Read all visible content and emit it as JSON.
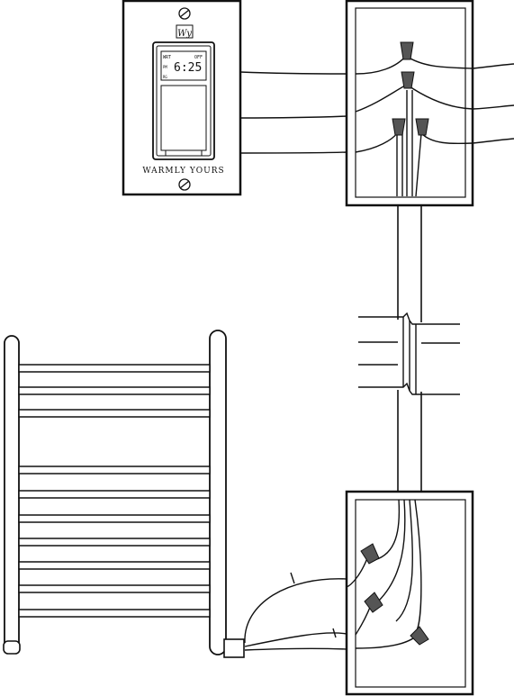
{
  "thermostat": {
    "display_time": "6:25",
    "display_small_left_top": "WRT",
    "display_small_right_top": "OFF",
    "display_small_left_mid": "PM",
    "display_small_left_bottom": "RG",
    "logo_text": "Wy",
    "brand": "WARMLY YOURS"
  },
  "colors": {
    "line": "#111111",
    "wire_nut": "#555555",
    "background": "#ffffff"
  },
  "icons": {
    "screw": "screw-icon",
    "wire_nut": "wire-nut-icon"
  }
}
